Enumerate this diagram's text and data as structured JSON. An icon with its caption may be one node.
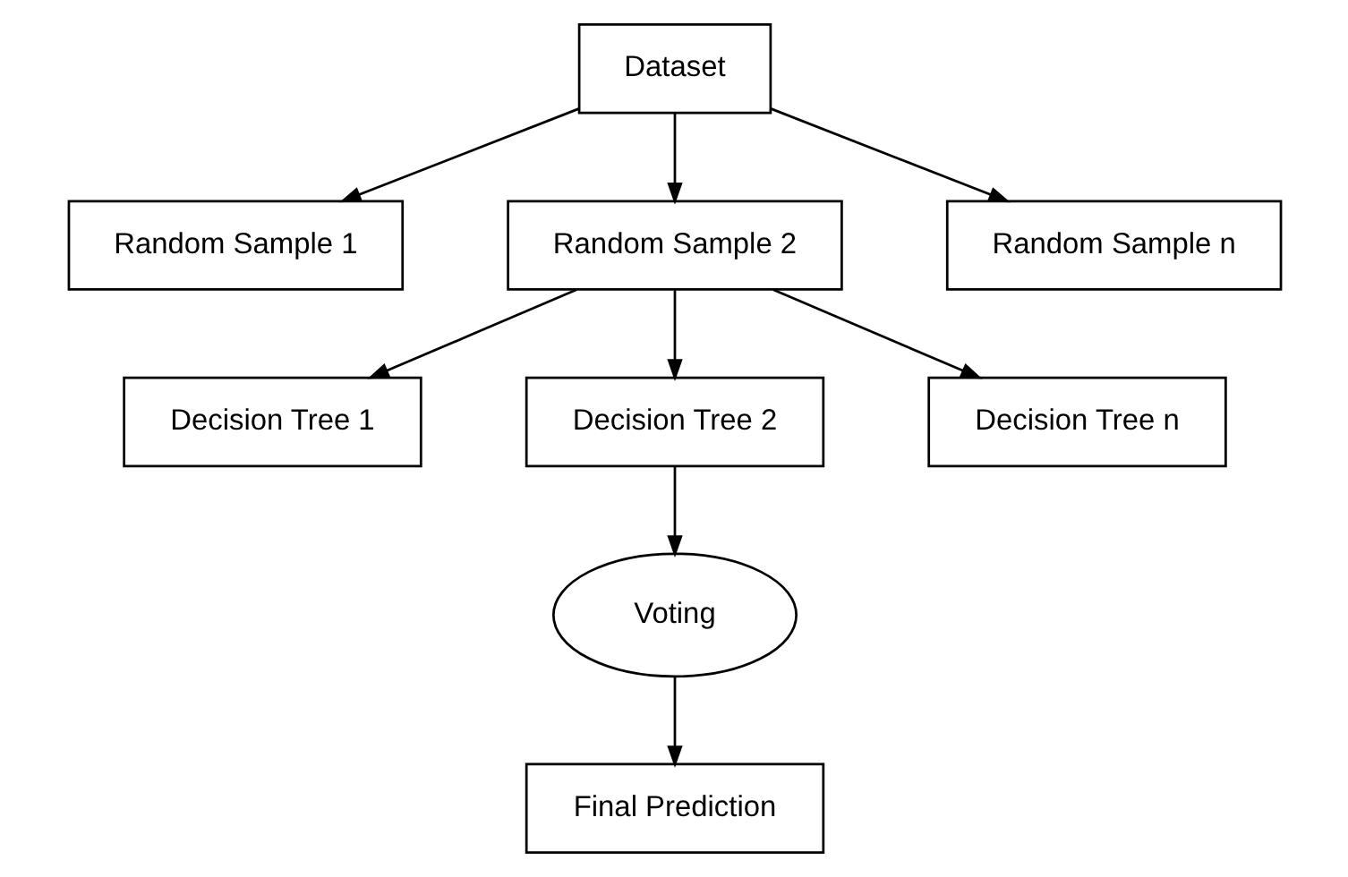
{
  "diagram": {
    "nodes": [
      {
        "text": [
          "Dataset"
        ]
      },
      {
        "text": [
          "Random Sample 1"
        ]
      },
      {
        "text": [
          "Random Sample 2"
        ]
      },
      {
        "text": [
          "Random Sample n"
        ]
      },
      {
        "text": [
          "Decision Tree 1"
        ]
      },
      {
        "text": [
          "Decision Tree 2"
        ]
      },
      {
        "text": [
          "Decision Tree n"
        ]
      },
      {
        "text": [
          "Voting"
        ]
      },
      {
        "text": [
          "Final Prediction"
        ]
      }
    ],
    "edges": [
      {
        "from": 0,
        "to": 1,
        "arrow": "to"
      },
      {
        "from": 0,
        "to": 2,
        "arrow": "to"
      },
      {
        "from": 0,
        "to": 3,
        "arrow": "to"
      },
      {
        "from": 2,
        "to": 4,
        "arrow": "to"
      },
      {
        "from": 2,
        "to": 5,
        "arrow": "to"
      },
      {
        "from": 2,
        "to": 6,
        "arrow": "to"
      },
      {
        "from": 5,
        "to": 7,
        "arrow": "to"
      },
      {
        "from": 7,
        "to": 8,
        "arrow": "to"
      }
    ]
  }
}
